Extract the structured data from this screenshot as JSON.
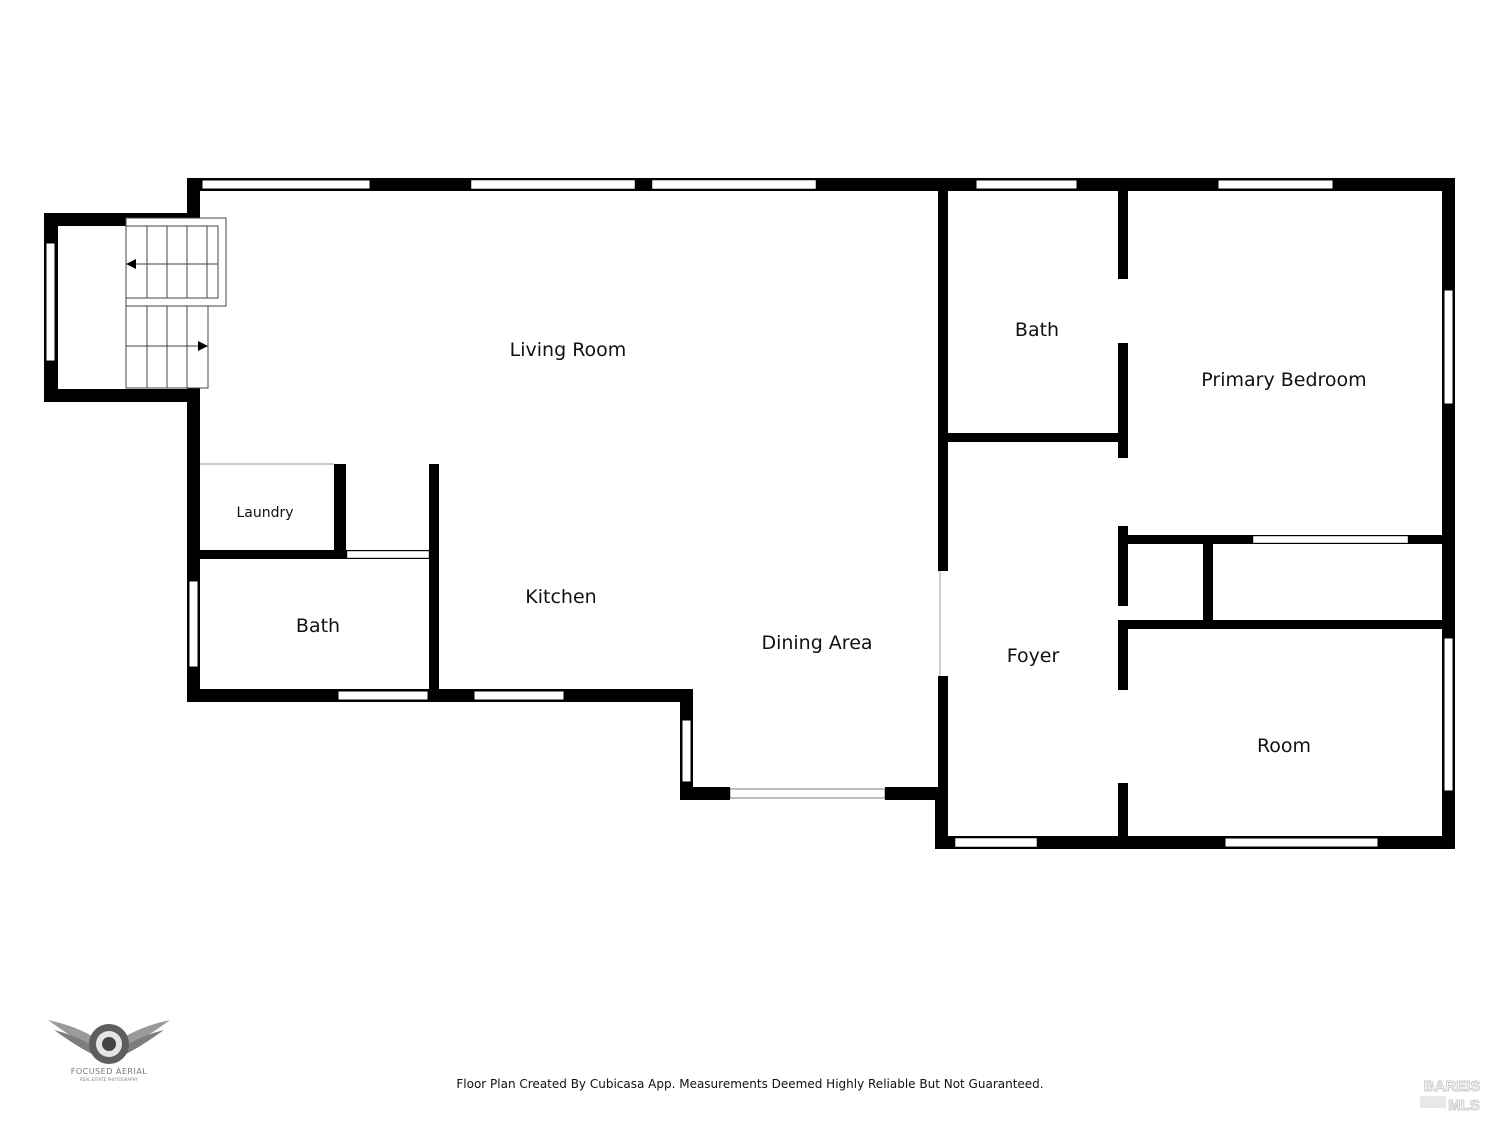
{
  "rooms": {
    "living_room": "Living Room",
    "kitchen": "Kitchen",
    "dining_area": "Dining Area",
    "laundry": "Laundry",
    "bath_left": "Bath",
    "bath_top": "Bath",
    "foyer": "Foyer",
    "primary_bedroom": "Primary Bedroom",
    "room": "Room"
  },
  "footer": {
    "note": "Floor Plan Created By Cubicasa App. Measurements Deemed Highly Reliable But Not Guaranteed."
  },
  "branding": {
    "logo_name": "FOCUSED AERIAL",
    "logo_tagline": "REAL ESTATE PHOTOGRAPHY",
    "mls_mark": "BAREIS MLS",
    "mls_line1": "BAREIS",
    "mls_line2": "MLS",
    "logo_icon": "winged-camera-icon"
  },
  "colors": {
    "wall": "#000000",
    "background": "#ffffff",
    "window": "#ffffff"
  }
}
